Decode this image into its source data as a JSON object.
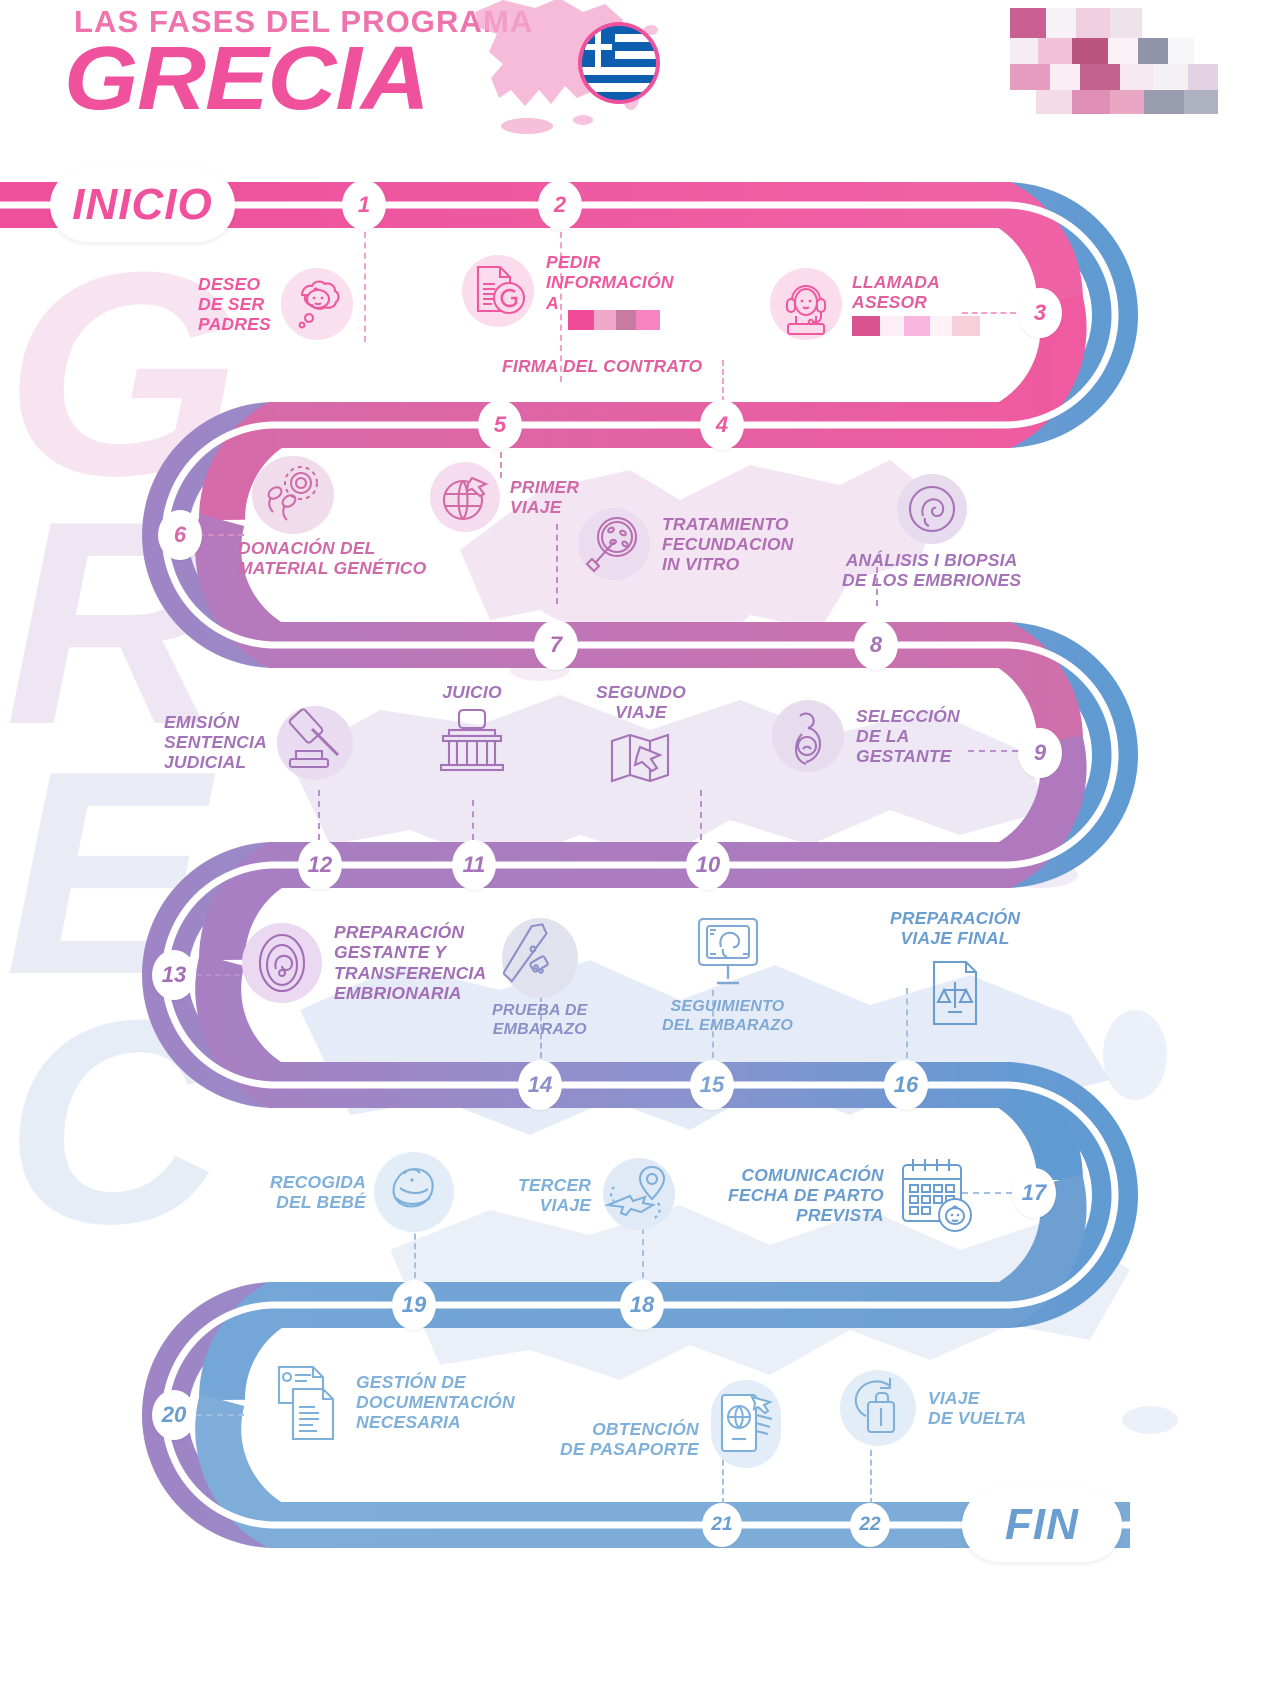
{
  "header": {
    "subtitle": "LAS FASES DEL PROGRAMA",
    "title": "GRECIA",
    "map_icon": "greece-map-icon",
    "flag_icon": "greece-flag-icon",
    "logo_icon": "pixelated-logo-icon"
  },
  "watermark": {
    "line1": "G",
    "line2": "R",
    "line3": "E",
    "line4": "C"
  },
  "terminals": {
    "start": "INICIO",
    "end": "FIN"
  },
  "steps": [
    {
      "n": "1",
      "label": "DESEO\nDE SER\nPADRES",
      "icon": "baby-thought-bubble-icon",
      "color": "#ef589f"
    },
    {
      "n": "2",
      "label": "PEDIR\nINFORMACIÓN\nA ",
      "icon": "document-g-icon",
      "color": "#ef589f",
      "redacted": true
    },
    {
      "n": "3",
      "label": "LLAMADA\nASESOR",
      "icon": "advisor-headset-icon",
      "color": "#e0609f",
      "redacted": true
    },
    {
      "n": "4",
      "label": "FIRMA DEL CONTRATO",
      "icon": "",
      "color": "#e0609f"
    },
    {
      "n": "5",
      "label": "PRIMER\nVIAJE",
      "icon": "globe-plane-icon",
      "color": "#d26ba6"
    },
    {
      "n": "6",
      "label": "DONACIÓN DEL\nMATERIAL GENÉTICO",
      "icon": "sperm-ovule-icon",
      "color": "#cf6aa9"
    },
    {
      "n": "7",
      "label": "TRATAMIENTO\nFECUNDACION\nIN VITRO",
      "icon": "petri-dish-pipette-icon",
      "color": "#b96fb0"
    },
    {
      "n": "8",
      "label": "ANÁLISIS I BIOPSIA\nDE LOS EMBRIONES",
      "icon": "embryo-icon",
      "color": "#a873b8"
    },
    {
      "n": "9",
      "label": "SELECCIÓN\nDE LA\nGESTANTE",
      "icon": "pregnant-woman-icon",
      "color": "#a473b8"
    },
    {
      "n": "10",
      "label": "SEGUNDO\nVIAJE",
      "icon": "map-plane-icon",
      "color": "#a473b8"
    },
    {
      "n": "11",
      "label": "JUICIO",
      "icon": "courthouse-icon",
      "color": "#a473b8"
    },
    {
      "n": "12",
      "label": "EMISIÓN\nSENTENCIA\nJUDICIAL",
      "icon": "gavel-icon",
      "color": "#a473b8"
    },
    {
      "n": "13",
      "label": "PREPARACIÓN\nGESTANTE Y\nTRANSFERENCIA\nEMBRIONARIA",
      "icon": "embryo-transfer-icon",
      "color": "#a26eb6"
    },
    {
      "n": "14",
      "label": "PRUEBA DE\nEMBARAZO",
      "icon": "pregnancy-test-icon",
      "color": "#8c8fc8"
    },
    {
      "n": "15",
      "label": "SEGUIMIENTO\nDEL EMBARAZO",
      "icon": "ultrasound-monitor-icon",
      "color": "#7fa8d4"
    },
    {
      "n": "16",
      "label": "PREPARACIÓN\nVIAJE FINAL",
      "icon": "legal-document-icon",
      "color": "#6a9dd0"
    },
    {
      "n": "17",
      "label": "COMUNICACIÓN\nFECHA DE PARTO\nPREVISTA",
      "icon": "calendar-baby-icon",
      "color": "#6a9dd0"
    },
    {
      "n": "18",
      "label": "TERCER\nVIAJE",
      "icon": "plane-location-icon",
      "color": "#7fb0da"
    },
    {
      "n": "19",
      "label": "RECOGIDA\nDEL BEBÉ",
      "icon": "swaddled-baby-icon",
      "color": "#7fb0da"
    },
    {
      "n": "20",
      "label": "GESTIÓN DE\nDOCUMENTACIÓN\nNECESARIA",
      "icon": "documents-icon",
      "color": "#7fb0da"
    },
    {
      "n": "21",
      "label": "OBTENCIÓN\nDE PASAPORTE",
      "icon": "passport-ticket-icon",
      "color": "#7fb0da"
    },
    {
      "n": "22",
      "label": "VIAJE\nDE VUELTA",
      "icon": "suitcase-return-icon",
      "color": "#7fb0da"
    }
  ],
  "colors": {
    "pink": "#f0519c",
    "pink_mid": "#e860a4",
    "magenta": "#d06aa8",
    "purple": "#a97fc0",
    "purple_light": "#b49ad2",
    "blue": "#6fa3d3",
    "blue_light": "#8fb9de",
    "white": "#ffffff",
    "watermark": "#e6d4e8"
  }
}
